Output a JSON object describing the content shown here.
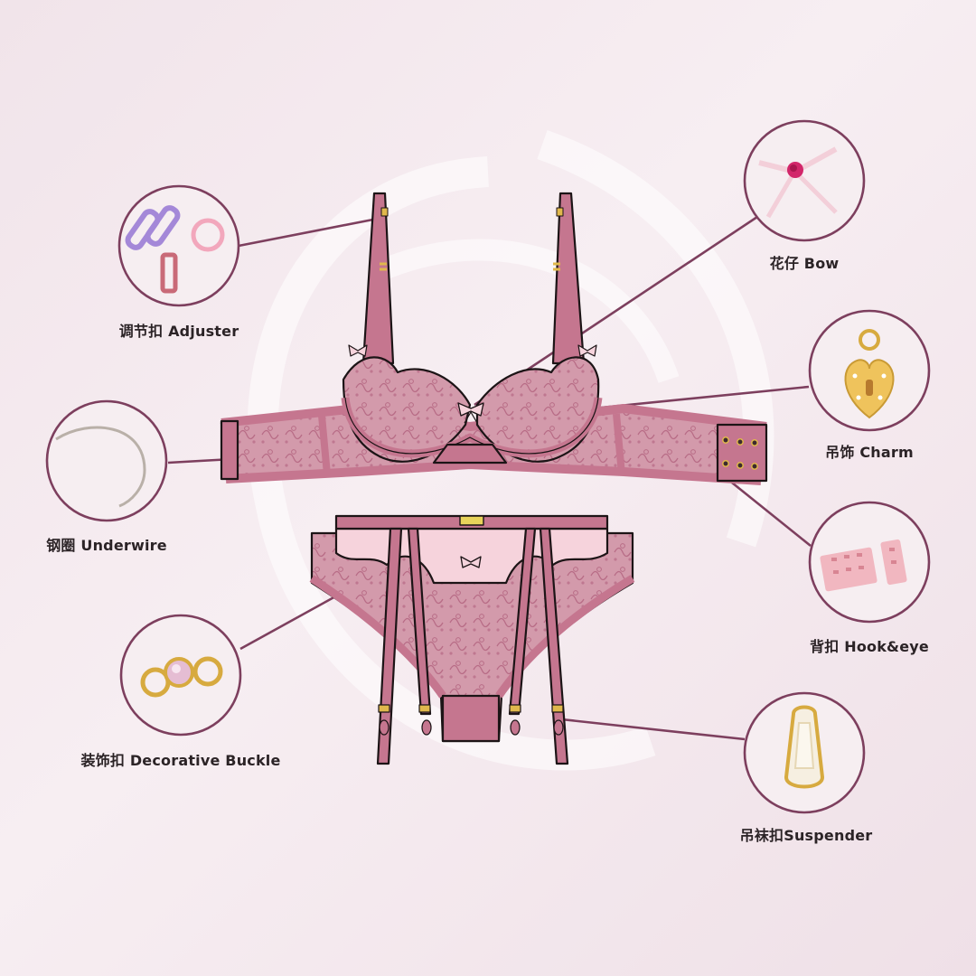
{
  "components": [
    {
      "id": "adjuster",
      "label": "调节扣 Adjuster",
      "icon": "adjuster-rings-icon"
    },
    {
      "id": "underwire",
      "label": "钢圈 Underwire",
      "icon": "underwire-icon"
    },
    {
      "id": "decorative-buckle",
      "label": "装饰扣 Decorative Buckle",
      "icon": "gem-buckle-icon"
    },
    {
      "id": "bow",
      "label": "花仔 Bow",
      "icon": "rose-bow-icon"
    },
    {
      "id": "charm",
      "label": "吊饰 Charm",
      "icon": "heart-lock-charm-icon"
    },
    {
      "id": "hook-eye",
      "label": "背扣 Hook&eye",
      "icon": "hook-eye-tape-icon"
    },
    {
      "id": "suspender",
      "label": "吊袜扣Suspender",
      "icon": "suspender-clip-icon"
    }
  ],
  "colors": {
    "accent": "#7d3f5e",
    "garment": "#c5768f",
    "lace": "#d39aab",
    "light_pink": "#f6d3dc",
    "gold": "#e0b84c"
  }
}
